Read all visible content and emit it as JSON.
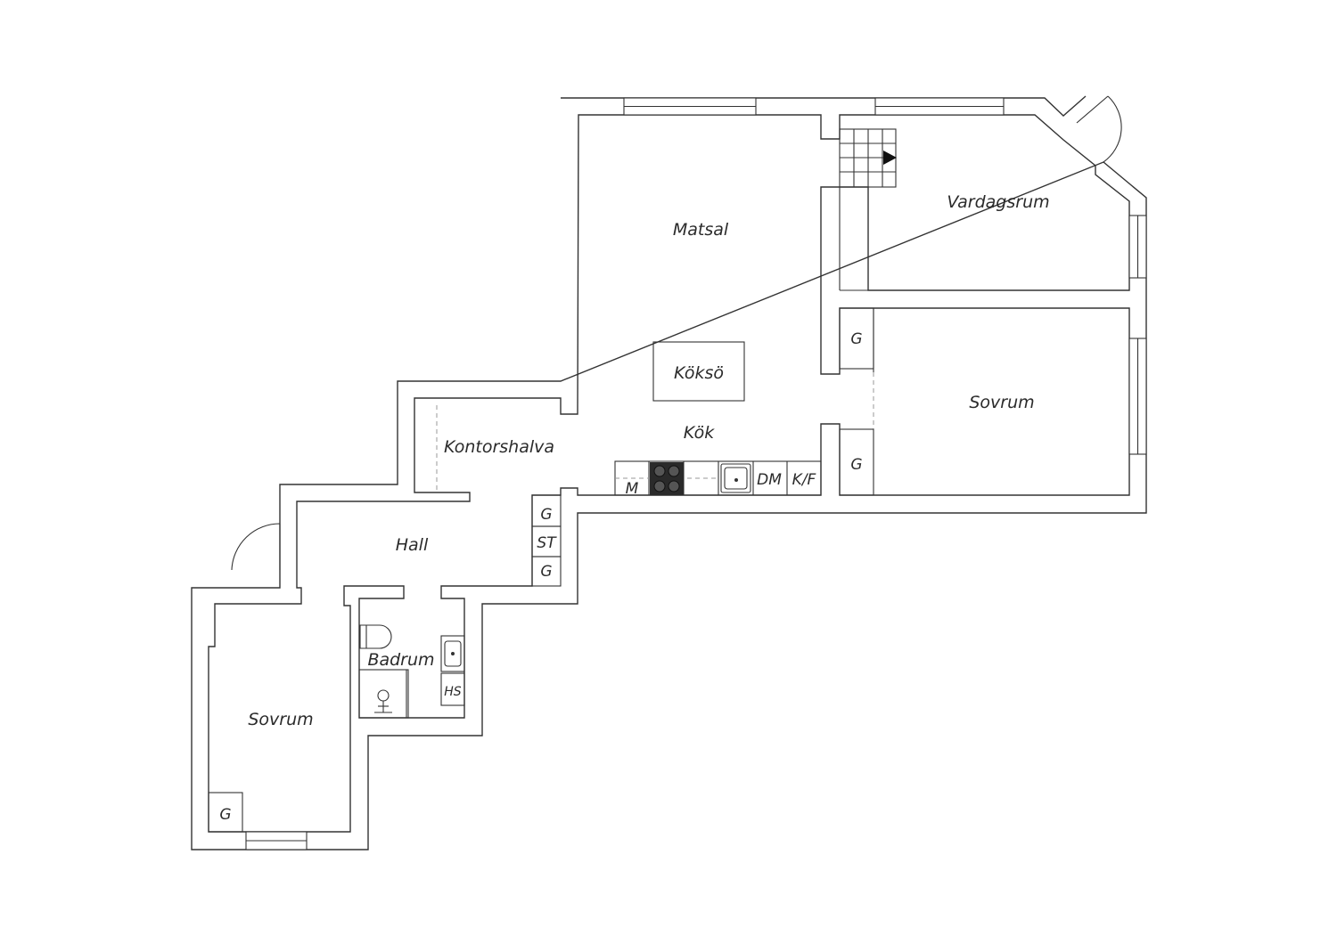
{
  "rooms": {
    "matsal": "Matsal",
    "vardagsrum": "Vardagsrum",
    "sovrum_right": "Sovrum",
    "koksö": "Köksö",
    "kok": "Kök",
    "kontorshalva": "Kontorshalva",
    "hall": "Hall",
    "badrum": "Badrum",
    "sovrum_left": "Sovrum"
  },
  "fixtures": {
    "g_vardagsrum": "G",
    "g_sovrum_right": "G",
    "g_hall_top": "ST",
    "g_hall_upper": "G",
    "g_hall_lower": "G",
    "g_sovrum_left": "G",
    "microwave": "M",
    "dishwasher": "DM",
    "fridge_freezer": "K/F",
    "washer": "HS"
  },
  "colors": {
    "wall": "#333333",
    "hob": "#2a2a2a",
    "background": "#ffffff"
  }
}
